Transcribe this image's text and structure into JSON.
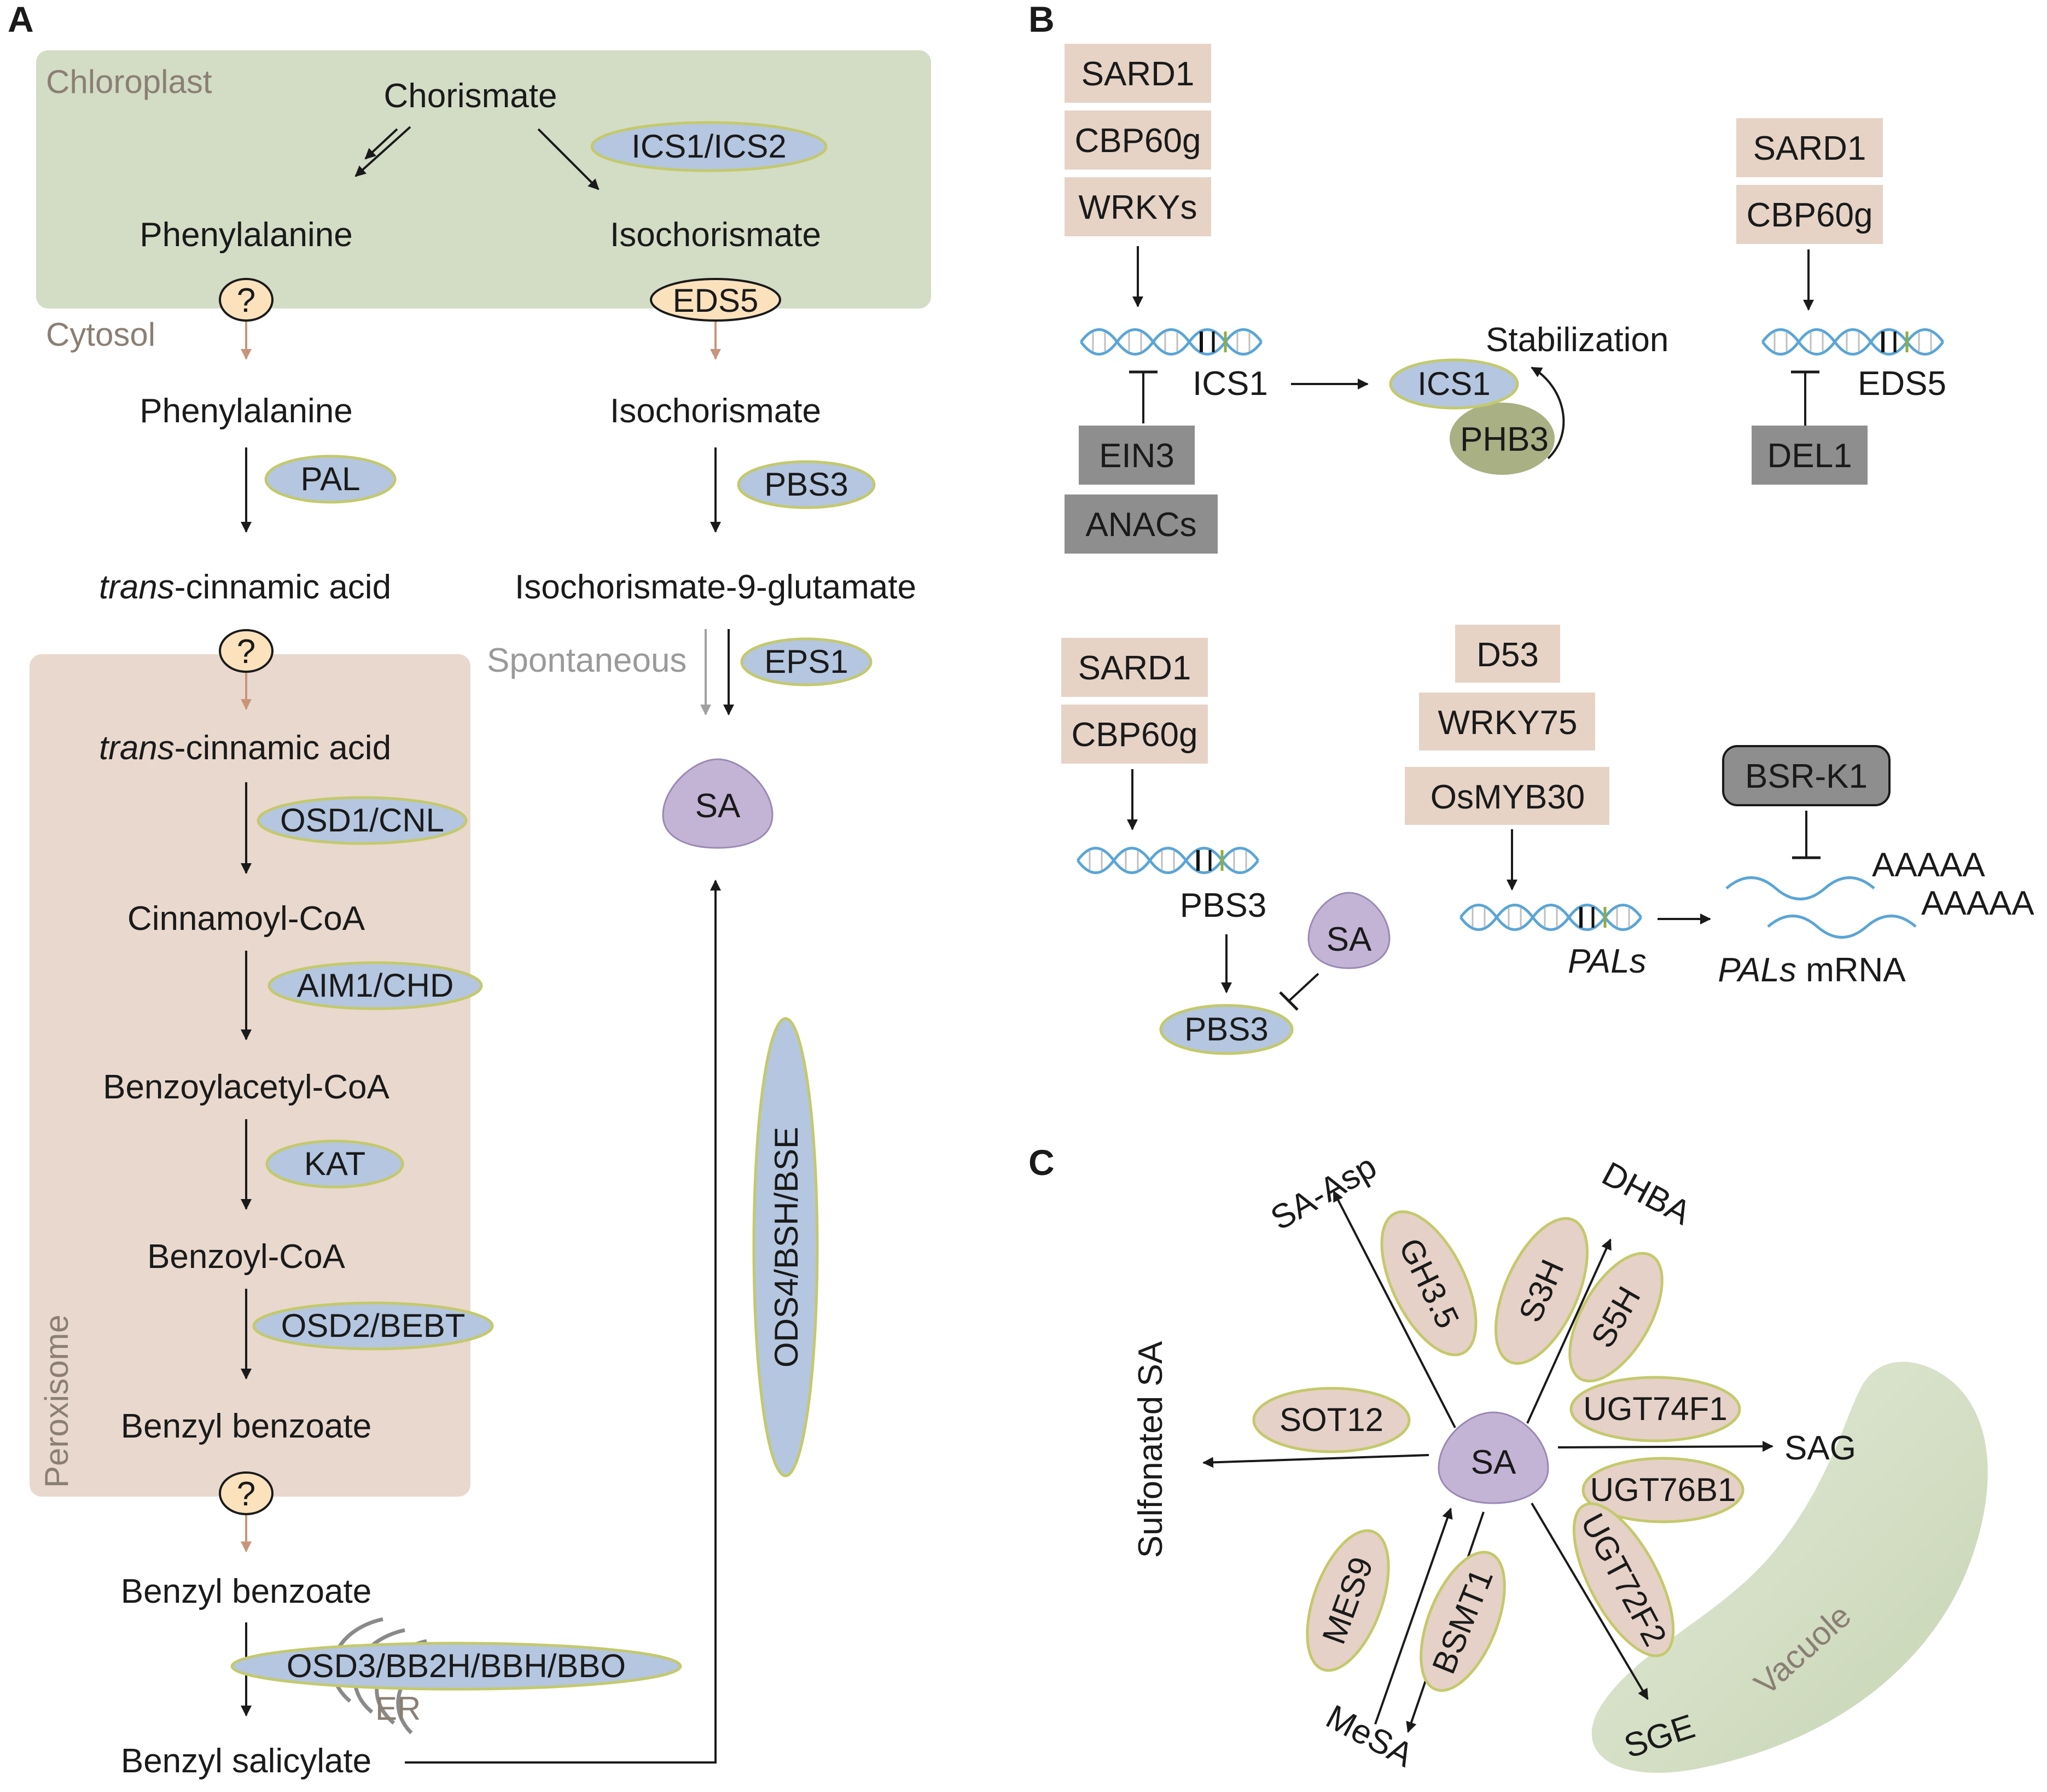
{
  "panels": {
    "a": "A",
    "b": "B",
    "c": "C"
  },
  "compartments": {
    "chloroplast": "Chloroplast",
    "cytosol": "Cytosol",
    "peroxisome": "Peroxisome",
    "er": "ER",
    "vacuole": "Vacuole"
  },
  "pathway_a": {
    "chorismate": "Chorismate",
    "phe_chloro": "Phenylalanine",
    "iso_chloro": "Isochorismate",
    "phe_cyto": "Phenylalanine",
    "iso_cyto": "Isochorismate",
    "trans_prefix": "trans",
    "trans_suffix": "-cinnamic acid",
    "iso9glu": "Isochorismate-9-glutamate",
    "spontaneous": "Spontaneous",
    "cinnamoyl": "Cinnamoyl-CoA",
    "benzoylacetyl": "Benzoylacetyl-CoA",
    "benzoyl": "Benzoyl-CoA",
    "benzyl_benzoate": "Benzyl benzoate",
    "benzyl_salicylate": "Benzyl salicylate",
    "sa": "SA",
    "unknown": "?"
  },
  "enzymes_a": {
    "ics": "ICS1/ICS2",
    "eds5": "EDS5",
    "pal": "PAL",
    "pbs3": "PBS3",
    "eps1": "EPS1",
    "osd1": "OSD1/CNL",
    "aim1": "AIM1/CHD",
    "kat": "KAT",
    "osd2": "OSD2/BEBT",
    "osd3": "OSD3/BB2H/BBH/BBO",
    "ods4": "ODS4/BSH/BSE"
  },
  "panel_b": {
    "ics1_activators": [
      "SARD1",
      "CBP60g",
      "WRKYs"
    ],
    "ics1_repressors": [
      "EIN3",
      "ANACs"
    ],
    "ics1_gene": "ICS1",
    "ics1_protein": "ICS1",
    "phb3": "PHB3",
    "stabilization": "Stabilization",
    "eds5_activators": [
      "SARD1",
      "CBP60g"
    ],
    "eds5_gene": "EDS5",
    "eds5_repressor": "DEL1",
    "pbs3_activators": [
      "SARD1",
      "CBP60g"
    ],
    "pbs3_gene": "PBS3",
    "pbs3_protein": "PBS3",
    "sa": "SA",
    "pal_activators": [
      "D53",
      "WRKY75",
      "OsMYB30"
    ],
    "pal_gene": "PALs",
    "bsr": "BSR-K1",
    "polya": "AAAAA",
    "pal_mrna_italic": "PALs",
    "pal_mrna_suffix": " mRNA"
  },
  "panel_c": {
    "sa": "SA",
    "enzymes": {
      "gh35": "GH3.5",
      "s3h": "S3H",
      "s5h": "S5H",
      "sot12": "SOT12",
      "ugt74f1": "UGT74F1",
      "ugt76b1": "UGT76B1",
      "ugt72f2": "UGT72F2",
      "mes9": "MES9",
      "bsmt1": "BSMT1"
    },
    "products": {
      "sa_asp": "SA-Asp",
      "dhba": "DHBA",
      "sulfonated": "Sulfonated SA",
      "sag": "SAG",
      "sge": "SGE",
      "mesa": "MeSA"
    }
  },
  "colors": {
    "chloroplast": "#d3dcc5",
    "peroxisome": "#e9d8cd",
    "enzyme_blue": "#b4c6e0",
    "enzyme_outline": "#c4c96b",
    "activator_box": "#e6d3c6",
    "repressor_box": "#8e8e8e",
    "sa_purple": "#c3b4d6",
    "transport": "#fbe2bd",
    "pink_enzyme": "#e5d1c7",
    "phb3": "#a8b084",
    "dna_blue": "#5aa5d6",
    "brown_arrow": "#c9957a"
  }
}
